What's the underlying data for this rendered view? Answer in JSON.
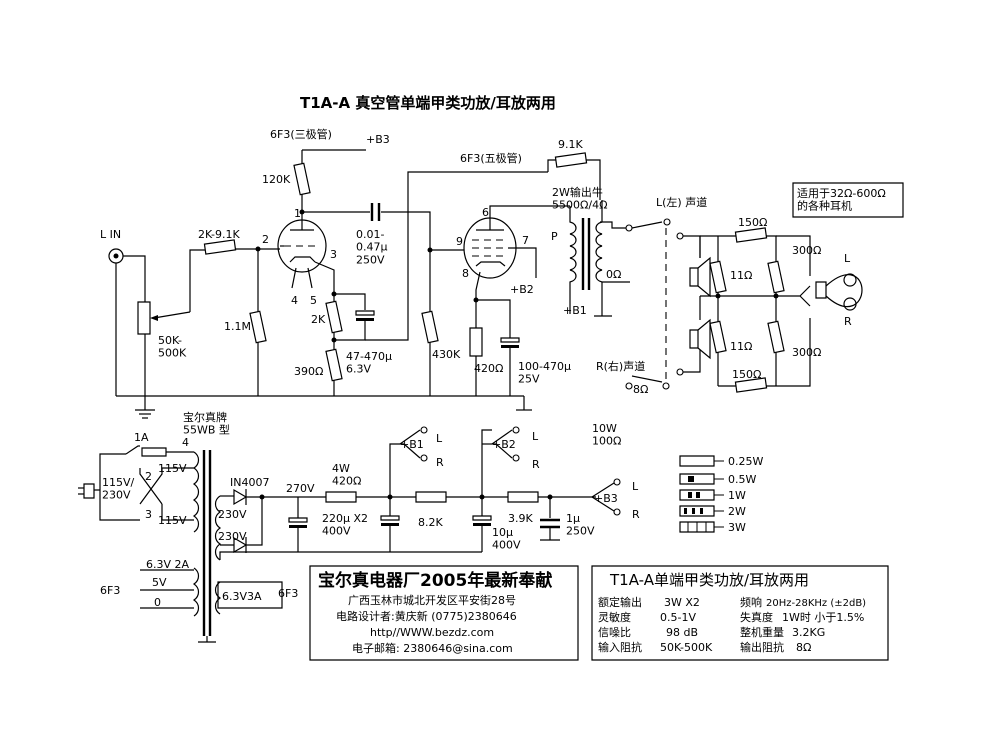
{
  "title": "T1A-A 真空管单端甲类功放/耳放两用",
  "tubes": {
    "triode": "6F3(三极管)",
    "pentode": "6F3(五极管)",
    "pins": {
      "p1": "1",
      "p2": "2",
      "p3": "3",
      "p4": "4",
      "p5": "5",
      "p6": "6",
      "p7": "7",
      "p8": "8",
      "p9": "9"
    }
  },
  "rails": {
    "b1": "+B1",
    "b2": "+B2",
    "b3": "+B3"
  },
  "input": {
    "label": "L IN",
    "pot": "50K-\n500K",
    "series_r": "2K-9.1K",
    "grid_r": "1.1M"
  },
  "stage1": {
    "plate_r": "120K",
    "coupling_cap": "0.01-\n0.47μ\n250V",
    "cathode_r": "2K",
    "bypass_cap": "47-470μ\n6.3V",
    "r390": "390Ω"
  },
  "stage2": {
    "fb_r": "9.1K",
    "grid_r": "430K",
    "cathode_r": "420Ω",
    "bypass_cap": "100-470μ\n25V"
  },
  "output_transformer": {
    "label": "2W输出牛\n5500Ω/4Ω",
    "p": "P",
    "z0": "0Ω"
  },
  "channels": {
    "left": "L(左) 声道",
    "right": "R(右)声道",
    "z8": "8Ω"
  },
  "headphone": {
    "note": "适用于32Ω-600Ω\n的各种耳机",
    "r150a": "150Ω",
    "r150b": "150Ω",
    "r11a": "11Ω",
    "r11b": "11Ω",
    "r300a": "300Ω",
    "r300b": "300Ω",
    "l": "L",
    "r": "R"
  },
  "power": {
    "brand": "宝尔真牌\n55WB 型",
    "fuse": "1A",
    "fuse_pin": "4",
    "mains": "115V/\n230V",
    "v115a": "115V",
    "v115b": "115V",
    "pin2": "2",
    "pin3": "3",
    "diode": "IN4007",
    "v230a": "230V",
    "v230b": "230V",
    "c270": "270V",
    "r420": "4W\n420Ω",
    "c220": "220μ X2\n400V",
    "r8k2": "8.2K",
    "r3k9": "3.9K",
    "c10": "10μ\n400V",
    "c1": "1μ\n250V",
    "r10w": "10W\n100Ω",
    "heater": {
      "h1": "6.3V 2A",
      "h2": "5V",
      "h3": "0",
      "h4": "6.3V3A",
      "tubeA": "6F3",
      "tubeB": "6F3"
    }
  },
  "resistor_legend": [
    "0.25W",
    "0.5W",
    "1W",
    "2W",
    "3W"
  ],
  "maker": {
    "headline": "宝尔真电器厂2005年最新奉献",
    "address": "广西玉林市城北开发区平安街28号",
    "designer": "电路设计者:黄庆新  (0775)2380646",
    "web": "http//WWW.bezdz.com",
    "email": "电子邮箱: 2380646@sina.com"
  },
  "specs": {
    "title": "T1A-A单端甲类功放/耳放两用",
    "rows": [
      [
        "额定输出",
        "3W X2",
        "频响",
        "20Hz-28KHz (±2dB)"
      ],
      [
        "灵敏度",
        "0.5-1V",
        "失真度",
        "1W时 小于1.5%"
      ],
      [
        "信噪比",
        "98 dB",
        "整机重量",
        "3.2KG"
      ],
      [
        "输入阻抗",
        "50K-500K",
        "输出阻抗",
        "8Ω"
      ]
    ]
  }
}
